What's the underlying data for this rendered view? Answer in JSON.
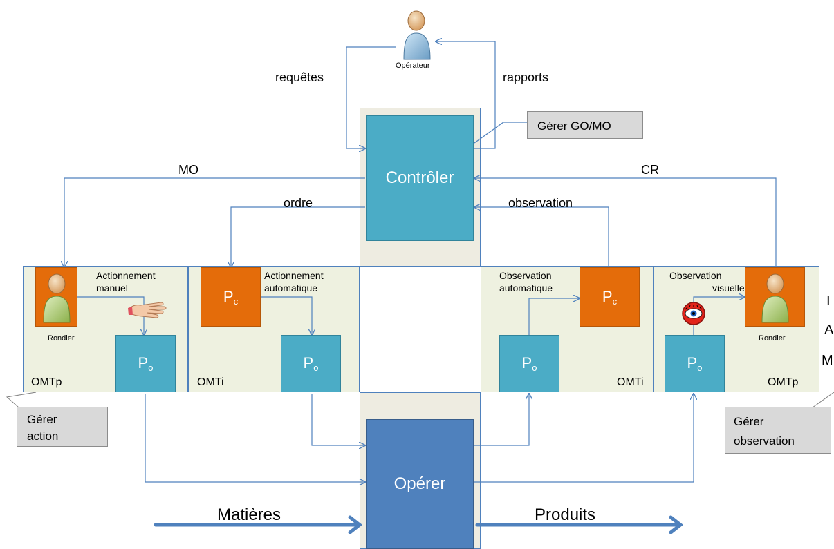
{
  "labels": {
    "operateur": "Opérateur",
    "requetes": "requêtes",
    "rapports": "rapports",
    "gerer_go_mo": "Gérer GO/MO",
    "mo": "MO",
    "cr": "CR",
    "controler": "Contrôler",
    "ordre": "ordre",
    "observation": "observation",
    "operer": "Opérer",
    "matieres": "Matières",
    "produits": "Produits"
  },
  "panels": [
    {
      "tag": "OMTp",
      "caption_line1": "Actionnement",
      "caption_line2": "manuel",
      "person_label": "Rondier"
    },
    {
      "tag": "OMTi",
      "caption_line1": "Actionnement",
      "caption_line2": "automatique"
    },
    {
      "tag": "OMTi",
      "caption_line1": "Observation",
      "caption_line2": "automatique"
    },
    {
      "tag": "OMTp",
      "caption_line1": "Observation",
      "caption_line2": "visuelle",
      "person_label": "Rondier"
    }
  ],
  "process_boxes": {
    "pc_letter": "P",
    "pc_sub": "c",
    "po_letter": "P",
    "po_sub": "o"
  },
  "notes": {
    "gerer_action_1": "Gérer",
    "gerer_action_2": "action",
    "gerer_observation_1": "Gérer",
    "gerer_observation_2": "observation"
  },
  "cut_off_letters": [
    "I",
    "A",
    "M"
  ],
  "icons": [
    "user-icon",
    "hand-icon",
    "eye-icon"
  ],
  "colors": {
    "teal": "#4bacc6",
    "orange": "#e46c0a",
    "dark_blue": "#4f81bd",
    "line": "#4f81bd",
    "panel_bg": "#eef1e0",
    "column_bg": "#eeece1"
  }
}
